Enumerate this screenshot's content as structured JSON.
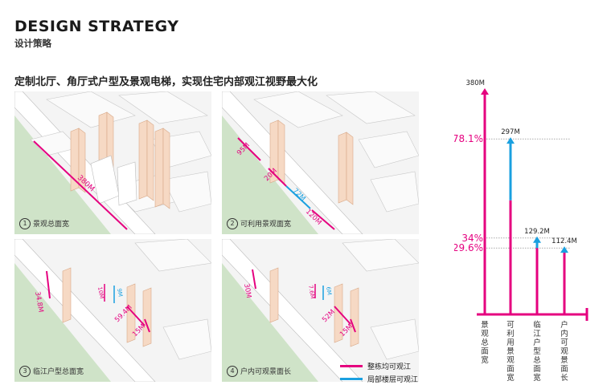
{
  "header": {
    "title_en": "DESIGN STRATEGY",
    "title_cn": "设计策略",
    "subtitle": "定制北厅、角厅式户型及景观电梯，实现住宅内部观江视野最大化"
  },
  "panels": [
    {
      "num": "1",
      "caption": "景观总面宽",
      "dims": [
        "380M"
      ]
    },
    {
      "num": "2",
      "caption": "可利用景观面宽",
      "dims": [
        "95M",
        "20M",
        "72M",
        "120M"
      ]
    },
    {
      "num": "3",
      "caption": "临江户型总面宽",
      "dims": [
        "34.8M",
        "10M",
        "9M",
        "59.4M",
        "15M"
      ]
    },
    {
      "num": "4",
      "caption": "户内可观景面长",
      "dims": [
        "30M",
        "7.6M",
        "6M",
        "52M",
        "15M"
      ]
    }
  ],
  "legend": [
    {
      "label": "整栋均可观江",
      "color": "#e5007f"
    },
    {
      "label": "局部楼层可观江",
      "color": "#1aa0e0"
    }
  ],
  "colors": {
    "magenta": "#e5007f",
    "blue": "#1aa0e0",
    "water": "#cfe3c8",
    "building": "#f6d9c4"
  },
  "chart_data": {
    "type": "bar",
    "categories": [
      "景观总面宽",
      "可利用景观面宽",
      "临江户型总面宽",
      "户内可观景面长"
    ],
    "values": [
      380,
      297,
      129.2,
      112.4
    ],
    "value_labels": [
      "380M",
      "297M",
      "129.2M",
      "112.4M"
    ],
    "ylim": [
      0,
      380
    ],
    "percent_labels": [
      {
        "text": "78.1%",
        "value": 297
      },
      {
        "text": "34%",
        "value": 129.2
      },
      {
        "text": "29.6%",
        "value": 112.4
      }
    ],
    "top_part": [
      null,
      {
        "from": 193,
        "color": "#1aa0e0"
      },
      {
        "from": 112.4,
        "color": "#1aa0e0"
      },
      null
    ]
  }
}
